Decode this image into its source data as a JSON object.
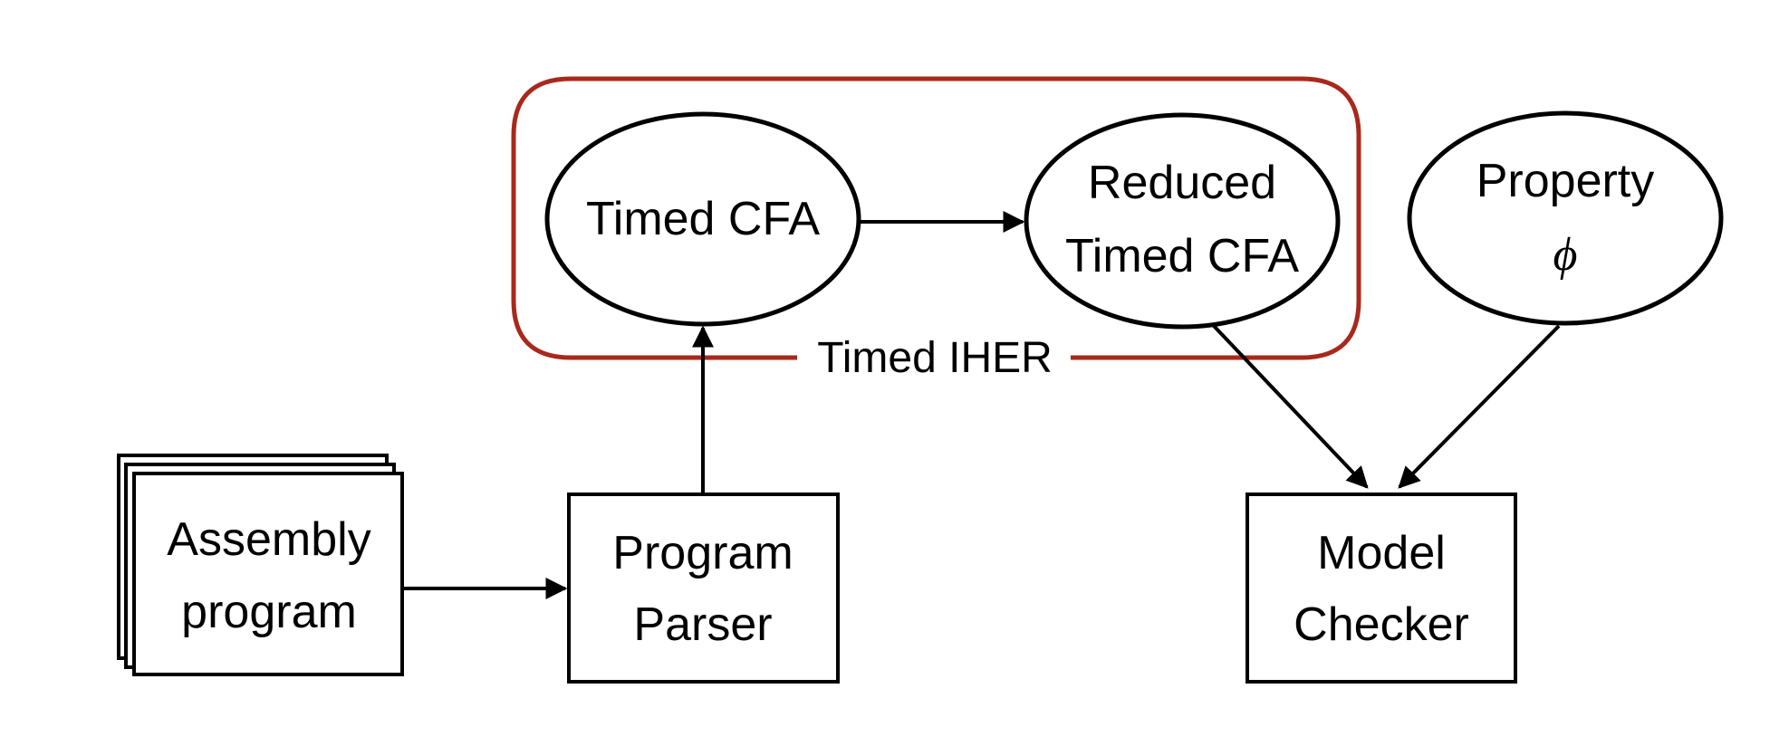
{
  "colors": {
    "stroke": "#000000",
    "group_border": "#A8291C",
    "background": "#ffffff"
  },
  "nodes": {
    "assembly_program": {
      "line1": "Assembly",
      "line2": "program",
      "shape": "stacked-document"
    },
    "program_parser": {
      "line1": "Program",
      "line2": "Parser",
      "shape": "rectangle"
    },
    "timed_cfa": {
      "label": "Timed CFA",
      "shape": "ellipse"
    },
    "reduced_timed_cfa": {
      "line1": "Reduced",
      "line2": "Timed CFA",
      "shape": "ellipse"
    },
    "property": {
      "line1": "Property",
      "symbol": "ϕ",
      "shape": "ellipse"
    },
    "model_checker": {
      "line1": "Model",
      "line2": "Checker",
      "shape": "rectangle"
    }
  },
  "group": {
    "label": "Timed IHER"
  },
  "edges": [
    {
      "from": "Assembly program",
      "to": "Program Parser"
    },
    {
      "from": "Program Parser",
      "to": "Timed CFA"
    },
    {
      "from": "Timed CFA",
      "to": "Reduced Timed CFA"
    },
    {
      "from": "Reduced Timed CFA",
      "to": "Model Checker"
    },
    {
      "from": "Property",
      "to": "Model Checker"
    }
  ]
}
